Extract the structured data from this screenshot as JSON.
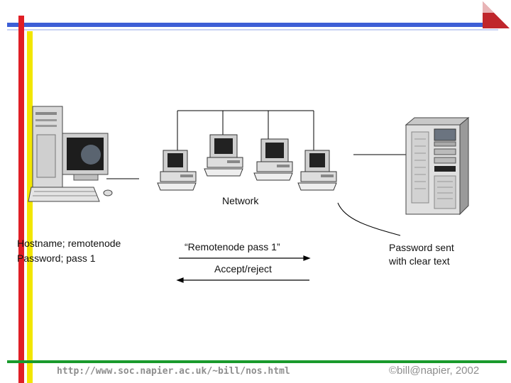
{
  "slide": {
    "network_label": "Network",
    "client_text": [
      "Hostname; remotenode",
      "Password; pass 1"
    ],
    "request_label": "“Remotenode pass 1”",
    "response_label": "Accept/reject",
    "server_note": [
      "Password sent",
      "with clear text"
    ],
    "footer_url": "http://www.soc.napier.ac.uk/~bill/nos.html",
    "footer_copyright": "©bill@napier, 2002"
  },
  "colors": {
    "red_bar": "#e01e25",
    "yellow_bar": "#f2e600",
    "blue_bar": "#3d5fd6",
    "green_bar": "#1a9a2c",
    "corner_mark": "#c0262c",
    "footer_text": "#8e8e8e"
  },
  "icons": [
    "desktop-computer-icon",
    "workstation-icon",
    "server-tower-icon",
    "corner-page-icon"
  ]
}
